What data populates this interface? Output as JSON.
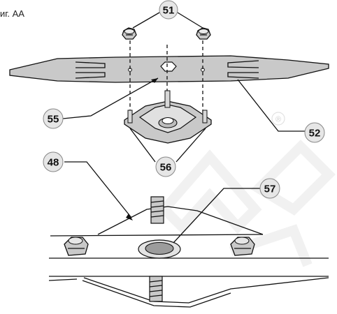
{
  "figure": {
    "label": "иг. АА"
  },
  "callouts": [
    {
      "id": "51",
      "label": "51"
    },
    {
      "id": "52",
      "label": "52"
    },
    {
      "id": "55",
      "label": "55"
    },
    {
      "id": "56",
      "label": "56"
    },
    {
      "id": "48",
      "label": "48"
    },
    {
      "id": "57",
      "label": "57"
    }
  ],
  "watermark": {
    "symbol": "®"
  },
  "colors": {
    "part_fill": "#c9c9c9",
    "callout_fill": "#e6e6e6",
    "watermark": "#ececec"
  }
}
